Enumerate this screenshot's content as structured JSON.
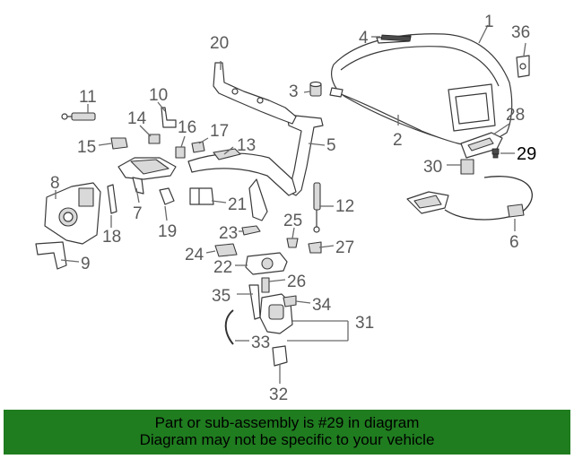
{
  "callouts": {
    "n1": "1",
    "n2": "2",
    "n3": "3",
    "n4": "4",
    "n5": "5",
    "n6": "6",
    "n7": "7",
    "n8": "8",
    "n9": "9",
    "n10": "10",
    "n11": "11",
    "n12": "12",
    "n13": "13",
    "n14": "14",
    "n15": "15",
    "n16": "16",
    "n17": "17",
    "n18": "18",
    "n19": "19",
    "n20": "20",
    "n21": "21",
    "n22": "22",
    "n23": "23",
    "n24": "24",
    "n25": "25",
    "n26": "26",
    "n27": "27",
    "n28": "28",
    "n29": "29",
    "n30": "30",
    "n31": "31",
    "n32": "32",
    "n33": "33",
    "n34": "34",
    "n35": "35",
    "n36": "36"
  },
  "highlighted_part": "29",
  "banner": {
    "line1": "Part or sub-assembly is #29 in diagram",
    "line2": "Diagram may not be specific to your vehicle"
  },
  "colors": {
    "banner_background": "#1f7c1f",
    "callout_text": "#5a5a5a",
    "highlight_text": "#000000"
  }
}
